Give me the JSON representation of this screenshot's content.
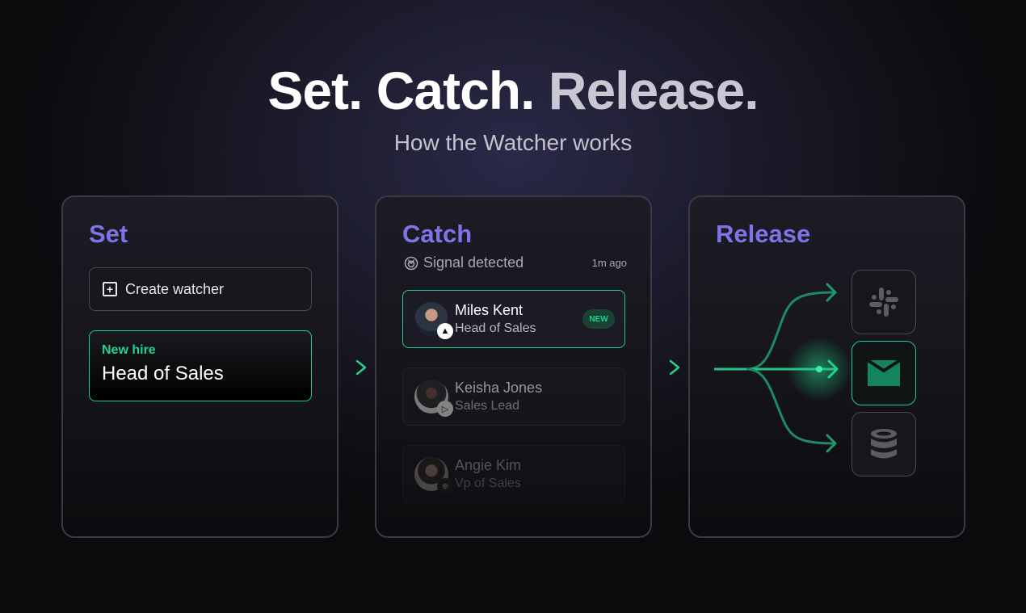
{
  "header": {
    "title_parts": [
      "Set.",
      "Catch.",
      "Release."
    ],
    "subtitle": "How the Watcher works"
  },
  "colors": {
    "accent_purple": "#7d74e8",
    "accent_green": "#22d38e",
    "panel_border": "#3a3a44"
  },
  "set_panel": {
    "title": "Set",
    "create_button": {
      "icon": "plus-square-icon",
      "label": "Create watcher"
    },
    "watcher_card": {
      "label": "New hire",
      "value": "Head of Sales"
    }
  },
  "catch_panel": {
    "title": "Catch",
    "signal": {
      "icon": "signal-icon",
      "label": "Signal detected",
      "time": "1m ago"
    },
    "people": [
      {
        "name": "Miles Kent",
        "role": "Head of Sales",
        "badge": "NEW",
        "source_icon": "bird-icon",
        "state": "active"
      },
      {
        "name": "Keisha Jones",
        "role": "Sales Lead",
        "source_icon": "play-icon",
        "state": "dim"
      },
      {
        "name": "Angie Kim",
        "role": "Vp of Sales",
        "source_icon": "snowflake-icon",
        "state": "faded"
      }
    ]
  },
  "release_panel": {
    "title": "Release",
    "destinations": [
      {
        "name": "Slack",
        "icon": "slack-icon",
        "state": "idle"
      },
      {
        "name": "Email",
        "icon": "mail-icon",
        "state": "active"
      },
      {
        "name": "Database",
        "icon": "database-icon",
        "state": "idle"
      }
    ]
  }
}
